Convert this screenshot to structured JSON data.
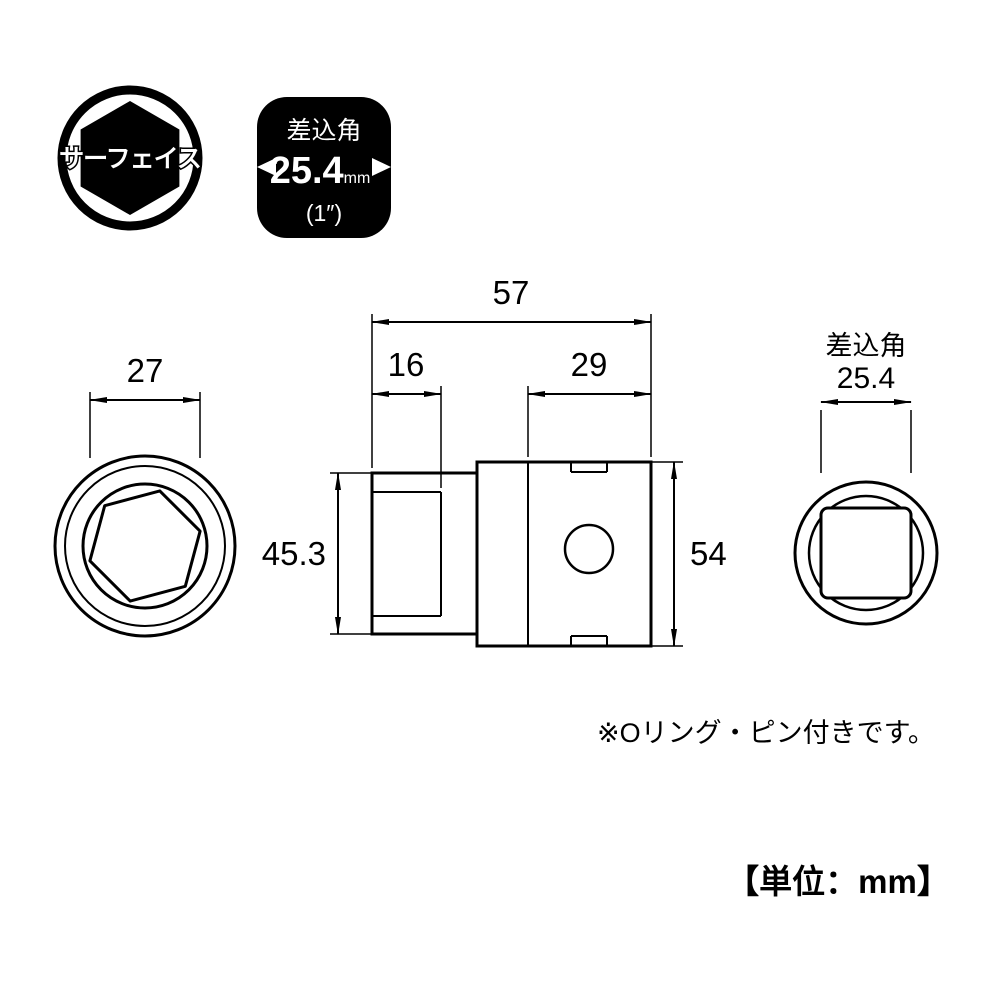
{
  "page": {
    "background": "#ffffff",
    "line_color": "#000000"
  },
  "logo": {
    "label": "サーフェイス"
  },
  "drive_badge": {
    "line1": "差込角",
    "value": "25.4",
    "unit": "mm",
    "inch": "(1″)"
  },
  "front_view": {
    "width_dim": "27"
  },
  "side_view": {
    "total_length": "57",
    "bore_depth": "16",
    "drive_length": "29",
    "front_height": "45.3",
    "rear_height": "54"
  },
  "drive_view": {
    "label": "差込角",
    "value": "25.4"
  },
  "notes": {
    "oring": "※Oリング・ピン付きです。",
    "unit": "【単位：mm】"
  }
}
